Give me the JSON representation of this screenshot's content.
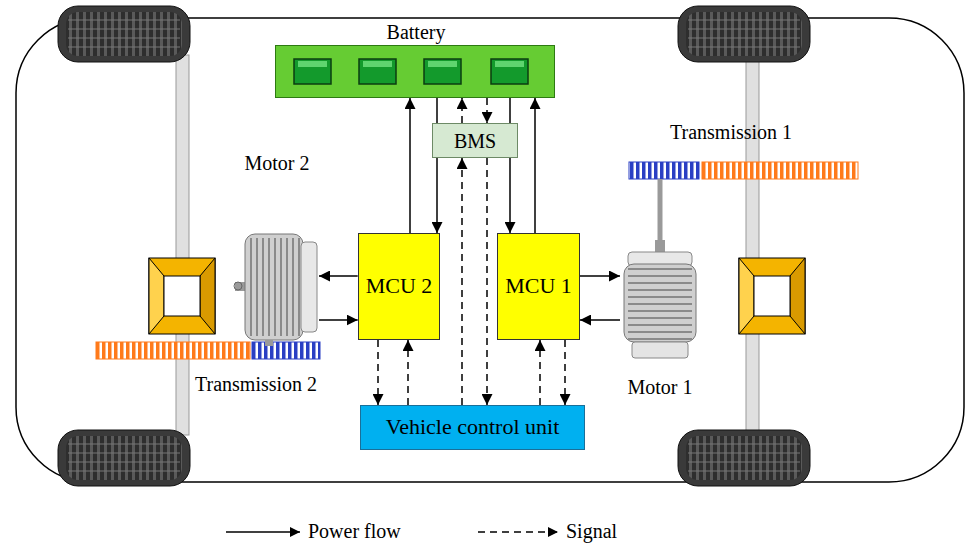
{
  "diagram": {
    "nodes": [
      {
        "text": [
          "Battery"
        ]
      },
      {
        "text": [
          "Motor 2"
        ]
      },
      {
        "text": [
          "BMS"
        ]
      },
      {
        "text": [
          "MCU 2"
        ]
      },
      {
        "text": [
          "MCU 1"
        ]
      },
      {
        "text": [
          "Motor 1"
        ]
      },
      {
        "text": [
          "Vehicle control unit"
        ]
      }
    ],
    "edges": [
      {
        "from": 3,
        "to": 0,
        "arrow": "to"
      },
      {
        "from": 0,
        "to": 3,
        "arrow": "to"
      },
      {
        "from": 0,
        "to": 4,
        "arrow": "to"
      },
      {
        "from": 4,
        "to": 0,
        "arrow": "to"
      },
      {
        "from": 2,
        "to": 0,
        "arrow": "to"
      },
      {
        "from": 0,
        "to": 2,
        "arrow": "to"
      },
      {
        "from": 3,
        "to": 1,
        "arrow": "to"
      },
      {
        "from": 1,
        "to": 3,
        "arrow": "to"
      },
      {
        "from": 4,
        "to": 5,
        "arrow": "to"
      },
      {
        "from": 5,
        "to": 4,
        "arrow": "to"
      },
      {
        "from": 3,
        "to": 6,
        "arrow": "to"
      },
      {
        "from": 6,
        "to": 3,
        "arrow": "to"
      },
      {
        "from": 6,
        "to": 4,
        "arrow": "to"
      },
      {
        "from": 4,
        "to": 6,
        "arrow": "to"
      },
      {
        "from": 6,
        "to": 2,
        "arrow": "to"
      },
      {
        "from": 2,
        "to": 6,
        "arrow": "to"
      }
    ],
    "labels": [
      "Transmission 1",
      "Transmission 2"
    ],
    "legend": [
      {
        "text": "Power flow"
      },
      {
        "text": "Signal"
      }
    ]
  }
}
